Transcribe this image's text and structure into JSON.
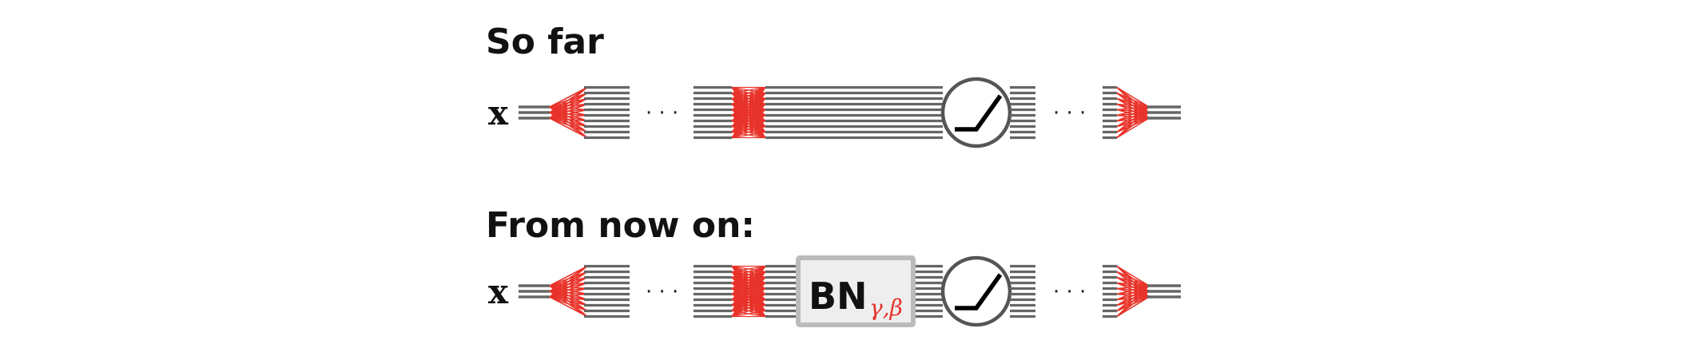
{
  "headings": {
    "top": "So far",
    "bottom": "From now on:"
  },
  "rows": [
    {
      "input_label": "x",
      "ellipsis_1": "· · ·",
      "ellipsis_2": "· · ·",
      "has_batchnorm": false
    },
    {
      "input_label": "x",
      "ellipsis_1": "· · ·",
      "ellipsis_2": "· · ·",
      "has_batchnorm": true,
      "batchnorm": {
        "label": "BN",
        "subscript": "γ,β"
      }
    }
  ],
  "colors": {
    "wire": "#666666",
    "connection": "#e8332a",
    "activation_ring": "#555555",
    "bn_border": "#bbbbbb",
    "bn_fill": "#eeeeee"
  },
  "icons": [
    "relu-activation-icon",
    "fan-out-icon",
    "dense-layer-icon",
    "fan-in-icon"
  ]
}
